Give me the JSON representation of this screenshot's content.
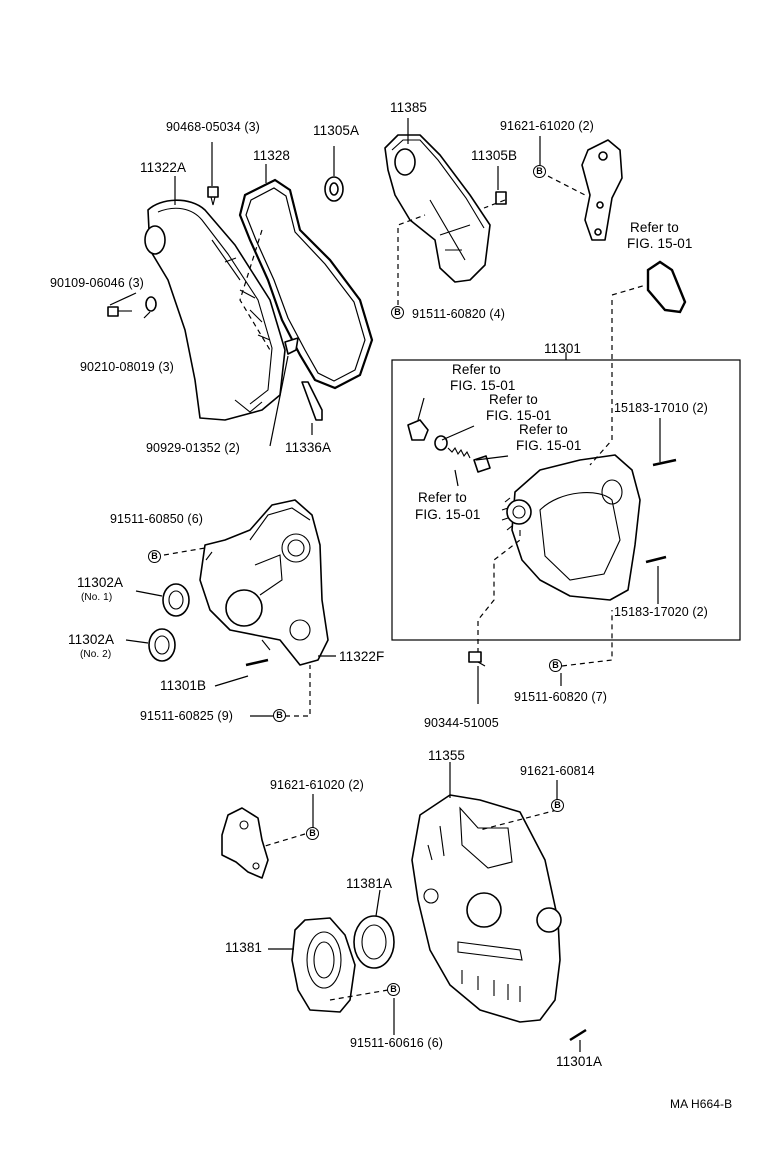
{
  "labels": {
    "p90468": "90468-05034 (3)",
    "p11305A": "11305A",
    "p11385": "11385",
    "p91621top": "91621-61020 (2)",
    "p11322A": "11322A",
    "p11328": "11328",
    "p11305B": "11305B",
    "p90109": "90109-06046 (3)",
    "p90210": "90210-08019 (3)",
    "p91511_820_4": "91511-60820 (4)",
    "refer_top_1": "Refer to",
    "refer_top_2": "FIG. 15-01",
    "p11301": "11301",
    "p90929": "90929-01352 (2)",
    "p11336A": "11336A",
    "refer1_1": "Refer to",
    "refer1_2": "FIG. 15-01",
    "refer2_1": "Refer to",
    "refer2_2": "FIG. 15-01",
    "refer3_1": "Refer to",
    "refer3_2": "FIG. 15-01",
    "refer4_1": "Refer to",
    "refer4_2": "FIG. 15-01",
    "p15183_010": "15183-17010 (2)",
    "p15183_020": "15183-17020 (2)",
    "p91511_850": "91511-60850 (6)",
    "p11302A_1": "11302A",
    "p11302A_1sub": "(No. 1)",
    "p11302A_2": "11302A",
    "p11302A_2sub": "(No. 2)",
    "p11322F": "11322F",
    "p11301B": "11301B",
    "p91511_825": "91511-60825 (9)",
    "p90344": "90344-51005",
    "p91511_820_7": "91511-60820 (7)",
    "p11355": "11355",
    "p91621_mid": "91621-61020 (2)",
    "p91621_814": "91621-60814",
    "p11381A": "11381A",
    "p11381": "11381",
    "p91511_616": "91511-60616 (6)",
    "p11301A": "11301A",
    "code": "MA  H664-B"
  },
  "bolt_marker": "B"
}
